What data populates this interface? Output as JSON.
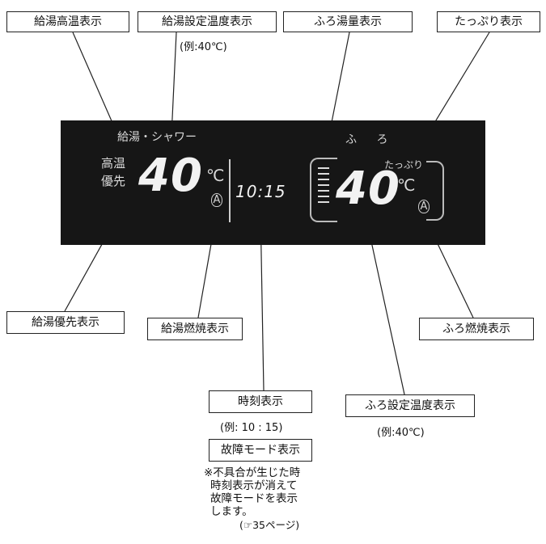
{
  "labels": {
    "kyuto_koon": "給湯高温表示",
    "kyuto_settei": "給湯設定温度表示",
    "kyuto_settei_note": "(例:40℃)",
    "furo_yuryo": "ふろ湯量表示",
    "tappuri": "たっぷり表示",
    "kyuto_yusen": "給湯優先表示",
    "kyuto_nensho": "給湯燃焼表示",
    "furo_nensho": "ふろ燃焼表示",
    "jikoku": "時刻表示",
    "jikoku_note": "(例: 10 : 15)",
    "furo_settei": "ふろ設定温度表示",
    "furo_settei_note": "(例:40℃)",
    "kosho": "故障モード表示"
  },
  "remark": {
    "line1": "※不具合が生じた時",
    "line2": "時刻表示が消えて",
    "line3": "故障モードを表示",
    "line4": "します。",
    "ref": "(☞35ページ)"
  },
  "lcd": {
    "kyuto_shower": "給湯・シャワー",
    "furo": "ふ ろ",
    "koon": "高温",
    "yusen": "優先",
    "kyuto_temp": "40",
    "furo_temp": "40",
    "unit": "℃",
    "time": "10:15",
    "tappuri": "たっぷり",
    "flame": "A"
  },
  "colors": {
    "lcd_background": "#161616",
    "lcd_segment": "#f2f2f2"
  }
}
